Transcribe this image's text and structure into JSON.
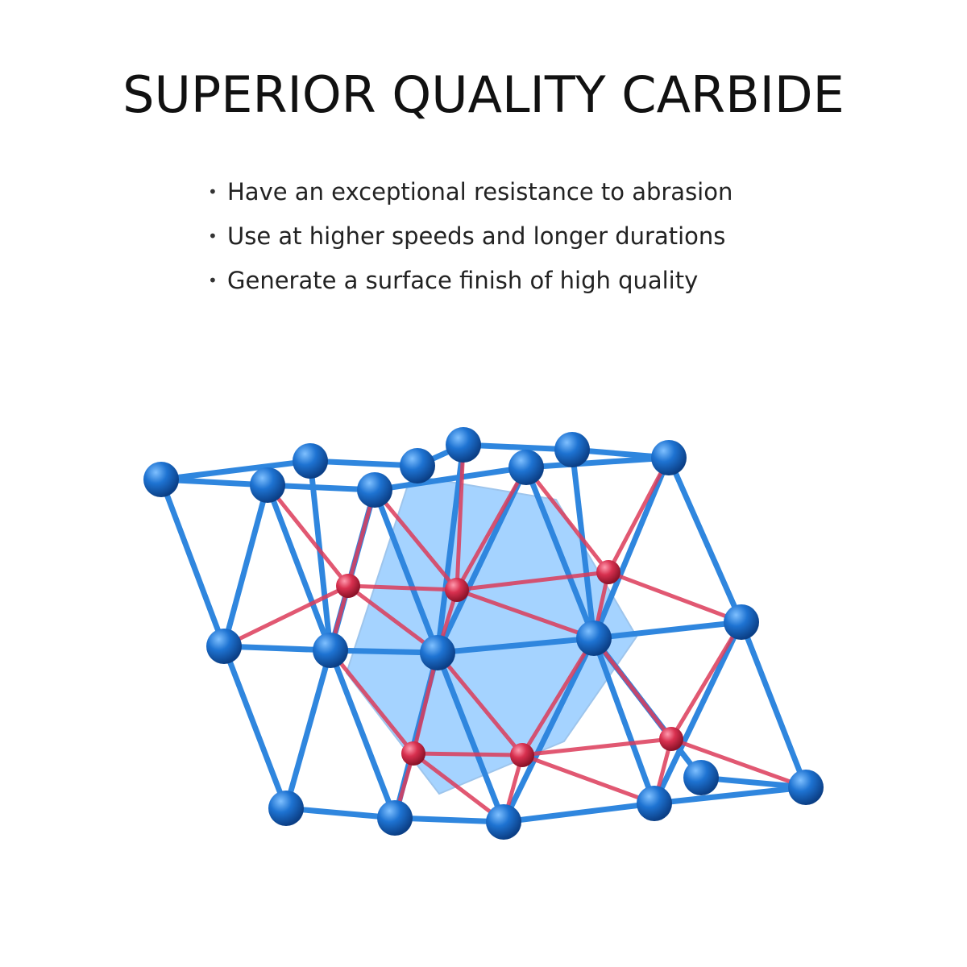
{
  "title": "SUPERIOR QUALITY CARBIDE",
  "features": [
    "Have an exceptional resistance to abrasion",
    "Use at higher speeds and longer durations",
    "Generate a surface finish of high quality"
  ],
  "bullet_glyph": "•",
  "colors": {
    "metal_atom": "#1e73d2",
    "carbon_atom": "#d8304f",
    "bond_blue": "#2f86de",
    "bond_red": "#dc3c5a",
    "octahedron_fill": "#3aa0ff"
  }
}
